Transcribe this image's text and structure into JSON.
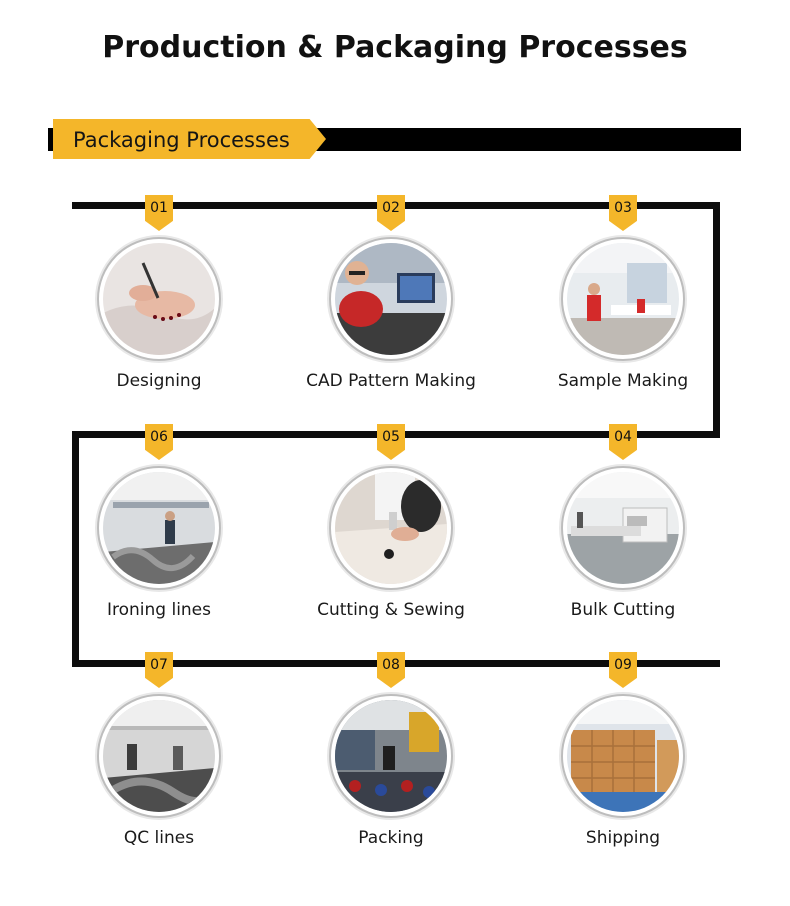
{
  "title": "Production & Packaging Processes",
  "section": {
    "label": "Packaging Processes"
  },
  "colors": {
    "accent": "#f4b62a",
    "line": "#0d0d0d"
  },
  "steps": [
    {
      "num": "01",
      "label": "Designing",
      "icon": "designing-photo"
    },
    {
      "num": "02",
      "label": "CAD Pattern Making",
      "icon": "cad-photo"
    },
    {
      "num": "03",
      "label": "Sample Making",
      "icon": "sample-photo"
    },
    {
      "num": "04",
      "label": "Bulk Cutting",
      "icon": "bulk-cutting-photo"
    },
    {
      "num": "05",
      "label": "Cutting & Sewing",
      "icon": "sewing-photo"
    },
    {
      "num": "06",
      "label": "Ironing lines",
      "icon": "ironing-photo"
    },
    {
      "num": "07",
      "label": "QC lines",
      "icon": "qc-photo"
    },
    {
      "num": "08",
      "label": "Packing",
      "icon": "packing-photo"
    },
    {
      "num": "09",
      "label": "Shipping",
      "icon": "shipping-photo"
    }
  ]
}
